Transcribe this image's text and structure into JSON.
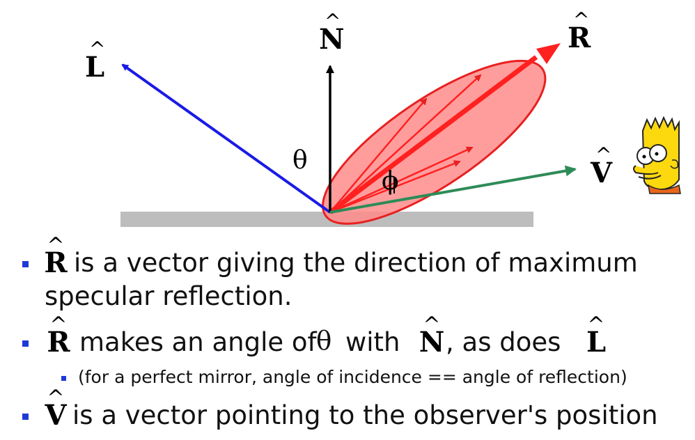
{
  "diagram": {
    "labels": {
      "L": "L",
      "N": "N",
      "R": "R",
      "V": "V",
      "theta": "θ",
      "phi": "ϕ",
      "hat": "^"
    },
    "colors": {
      "L_vector": "#1a1ae6",
      "N_vector": "#000000",
      "R_vector": "#ff2020",
      "V_vector": "#2e8b57",
      "lobe_fill": "#ff7b7b",
      "lobe_stroke": "#e82020",
      "surface": "#bdbdbd"
    }
  },
  "bullets": [
    {
      "symbol": "R",
      "text": "is a vector giving the direction of maximum",
      "continuation": "specular reflection."
    },
    {
      "symbol": "R",
      "text_before_theta": "makes an angle of",
      "theta": "θ",
      "text_with": "with",
      "symbol2": "N",
      "text_as_does": ", as does",
      "symbol3": "L"
    },
    {
      "sub": "(for a perfect mirror, angle of incidence == angle of reflection)"
    },
    {
      "symbol": "V",
      "text": "is a vector pointing to the observer's position"
    }
  ],
  "icons": {
    "observer": "bart-simpson-face-icon"
  },
  "colors": {
    "bullet": "#1e3ad6"
  }
}
